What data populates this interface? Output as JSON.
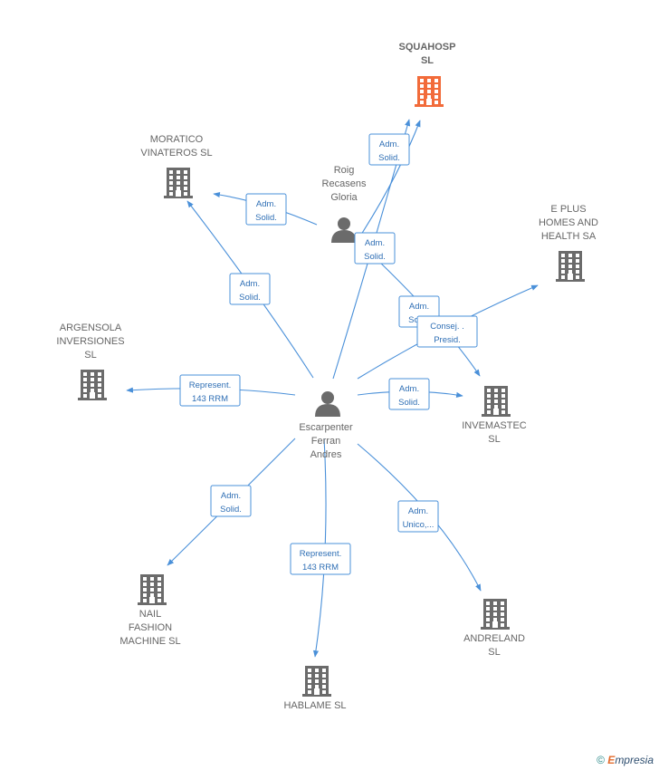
{
  "nodes": [
    {
      "id": "squahosp",
      "type": "company",
      "highlight": true,
      "lines": [
        "SQUAHOSP",
        "SL"
      ],
      "bold": true
    },
    {
      "id": "moratico",
      "type": "company",
      "lines": [
        "MORATICO",
        "VINATEROS  SL"
      ]
    },
    {
      "id": "eplus",
      "type": "company",
      "lines": [
        "E PLUS",
        "HOMES AND",
        "HEALTH SA"
      ]
    },
    {
      "id": "argensola",
      "type": "company",
      "lines": [
        "ARGENSOLA",
        "INVERSIONES",
        "SL"
      ]
    },
    {
      "id": "invemastec",
      "type": "company",
      "lines": [
        "INVEMASTEC",
        "SL"
      ]
    },
    {
      "id": "nail",
      "type": "company",
      "lines": [
        "NAIL",
        "FASHION",
        "MACHINE  SL"
      ]
    },
    {
      "id": "hablame",
      "type": "company",
      "lines": [
        "HABLAME  SL"
      ]
    },
    {
      "id": "andreland",
      "type": "company",
      "lines": [
        "ANDRELAND",
        "SL"
      ]
    },
    {
      "id": "roig",
      "type": "person",
      "lines": [
        "Roig",
        "Recasens",
        "Gloria"
      ]
    },
    {
      "id": "escarpenter",
      "type": "person",
      "lines": [
        "Escarpenter",
        "Ferran",
        "Andres"
      ]
    }
  ],
  "edges": [
    {
      "id": "roig-squahosp",
      "label": [
        "Adm.",
        "Solid."
      ]
    },
    {
      "id": "roig-moratico",
      "label": [
        "Adm.",
        "Solid."
      ]
    },
    {
      "id": "roig-invemastec",
      "label": [
        "Adm.",
        "Solid."
      ]
    },
    {
      "id": "esc-squahosp",
      "label": [
        "Adm.",
        "Solid."
      ]
    },
    {
      "id": "esc-moratico",
      "label": [
        "Adm.",
        "Solid."
      ]
    },
    {
      "id": "esc-eplus",
      "label": [
        "Consej. .",
        "Presid."
      ]
    },
    {
      "id": "esc-argensola",
      "label": [
        "Represent.",
        "143 RRM"
      ]
    },
    {
      "id": "esc-invemastec",
      "label": [
        "Adm.",
        "Solid."
      ]
    },
    {
      "id": "esc-nail",
      "label": [
        "Adm.",
        "Solid."
      ]
    },
    {
      "id": "esc-hablame",
      "label": [
        "Represent.",
        "143 RRM"
      ]
    },
    {
      "id": "esc-andreland",
      "label": [
        "Adm.",
        "Unico,..."
      ]
    }
  ],
  "colors": {
    "company": "#6b6b6b",
    "highlight": "#f26b3a",
    "person": "#6b6b6b",
    "edge": "#4a90d9"
  },
  "watermark": {
    "symbol": "©",
    "brand_first": "E",
    "brand_rest": "mpresia"
  }
}
